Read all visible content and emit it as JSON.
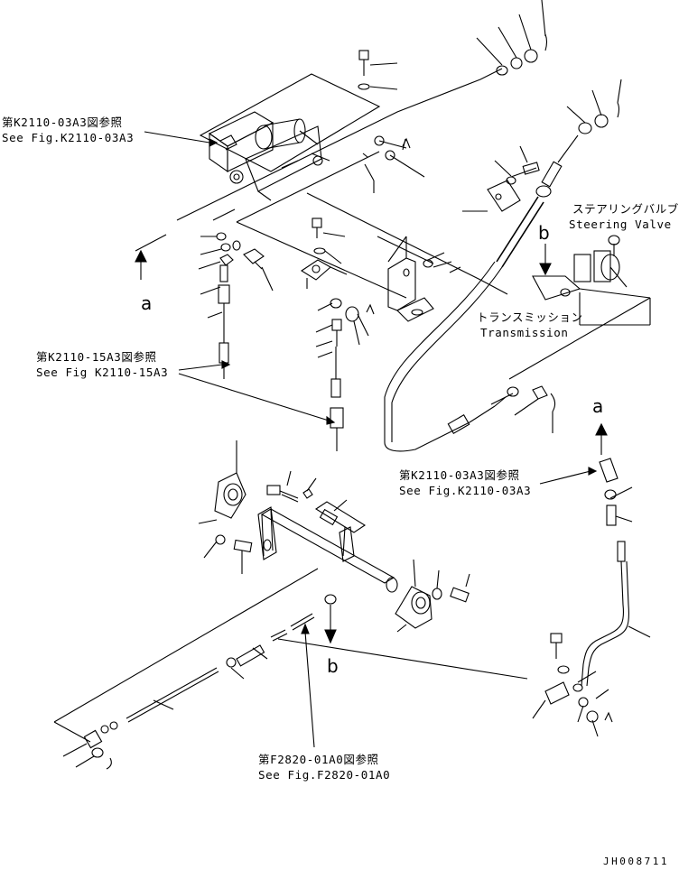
{
  "refs": {
    "k2110_03a3_top": {
      "jp": "第K2110-03A3図参照",
      "en": "See Fig.K2110-03A3"
    },
    "k2110_15a3": {
      "jp": "第K2110-15A3図参照",
      "en": "See Fig K2110-15A3"
    },
    "k2110_03a3_mid": {
      "jp": "第K2110-03A3図参照",
      "en": "See Fig.K2110-03A3"
    },
    "f2820_01a0": {
      "jp": "第F2820-01A0図参照",
      "en": "See Fig.F2820-01A0"
    }
  },
  "components": {
    "steering_valve": {
      "jp": "ステアリングバルブ",
      "en": "Steering Valve"
    },
    "transmission": {
      "jp": "トランスミッション",
      "en": "Transmission"
    }
  },
  "markers": {
    "a_left": "a",
    "a_right": "a",
    "b_top": "b",
    "b_bottom": "b"
  },
  "doc_number": "JH008711"
}
